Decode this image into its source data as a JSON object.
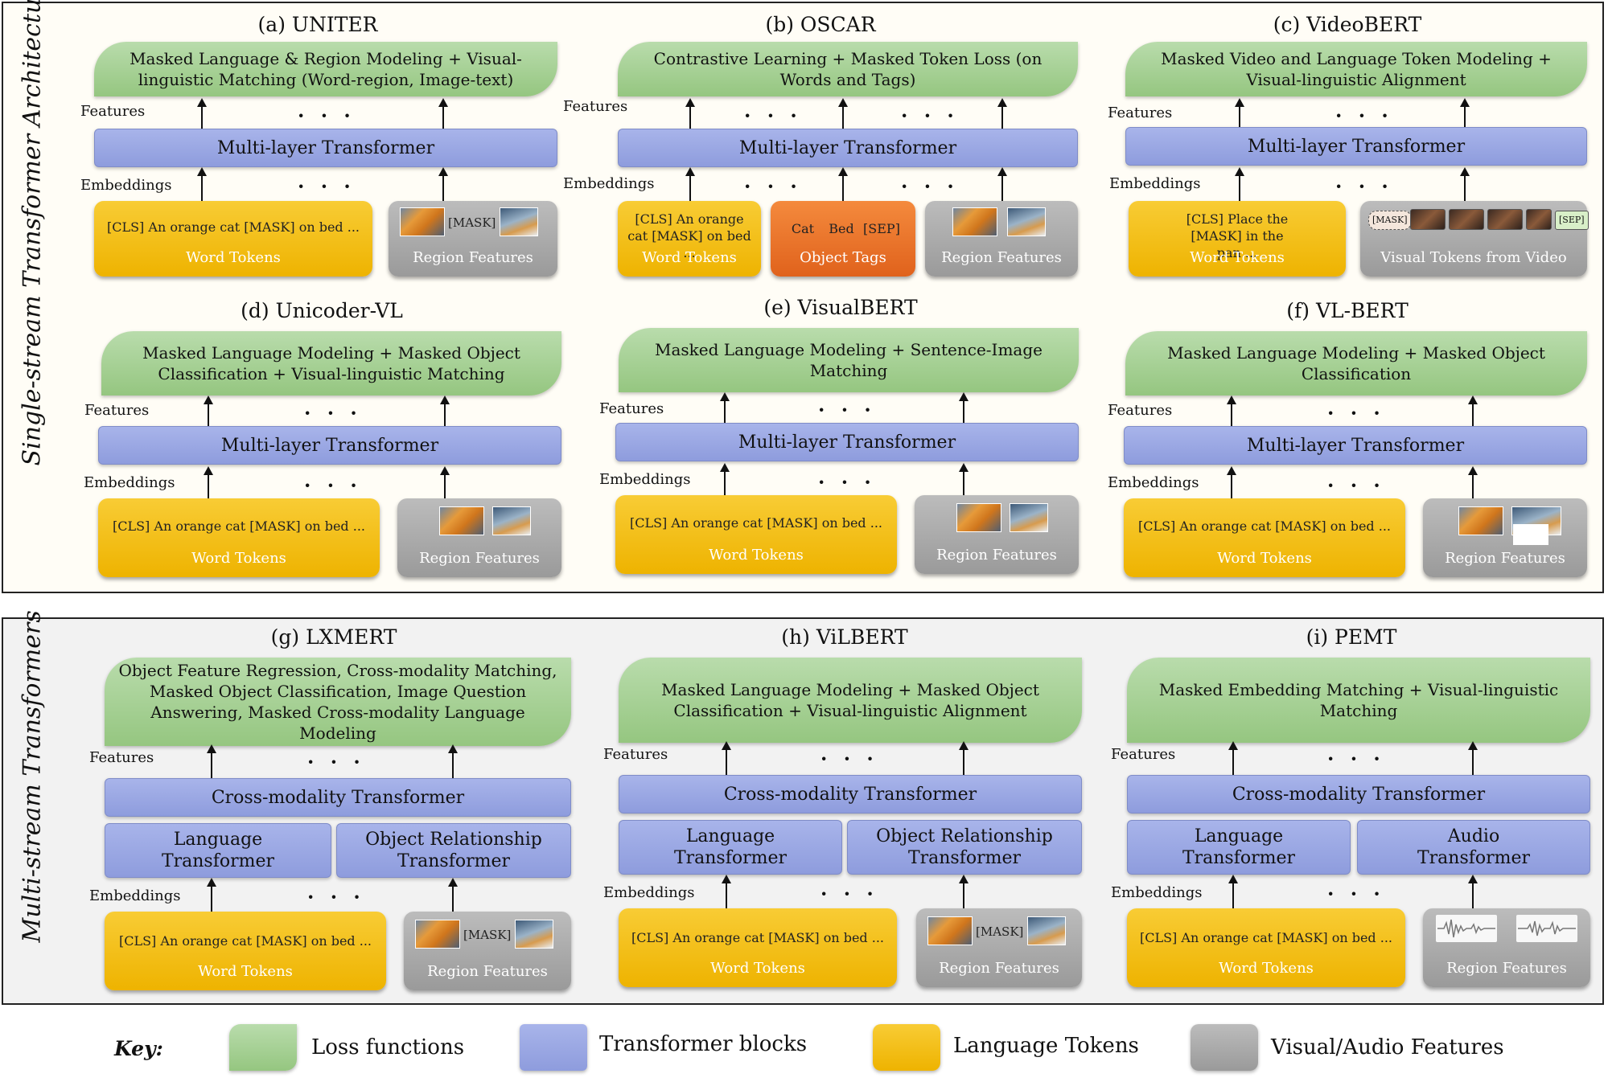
{
  "sections": {
    "single": "Single-stream Transformer Architectures",
    "multi": "Multi-stream Transformers"
  },
  "common": {
    "features": "Features",
    "embeddings": "Embeddings",
    "dots": "· · ·",
    "multilayer": "Multi-layer Transformer",
    "cross": "Cross-modality Transformer",
    "lang_t": "Language Transformer",
    "objrel_t": "Object Relationship Transformer",
    "audio_t": "Audio Transformer",
    "word_tokens": "Word Tokens",
    "region_features": "Region Features",
    "object_tags": "Object Tags",
    "visual_tokens_video": "Visual Tokens from Video",
    "cat_text": "[CLS] An orange cat [MASK] on bed ...",
    "mask": "[MASK]"
  },
  "panels": {
    "a": {
      "title": "(a) UNITER",
      "loss": "Masked Language & Region Modeling + Visual-linguistic Matching (Word-region, Image-text)"
    },
    "b": {
      "title": "(b) OSCAR",
      "loss": "Contrastive Learning + Masked Token Loss (on Words and Tags)",
      "word": "[CLS] An orange cat [MASK] on bed ...",
      "tags": [
        "Cat",
        "Bed",
        "[SEP]"
      ]
    },
    "c": {
      "title": "(c) VideoBERT",
      "loss": "Masked Video and Language Token Modeling + Visual-linguistic Alignment",
      "word": "[CLS] Place the [MASK] in the pan ...",
      "vtag_mask": "[MASK]",
      "vtag_sep": "[SEP]"
    },
    "d": {
      "title": "(d) Unicoder-VL",
      "loss": "Masked Language Modeling + Masked Object Classification + Visual-linguistic Matching"
    },
    "e": {
      "title": "(e) VisualBERT",
      "loss": "Masked Language Modeling + Sentence-Image Matching"
    },
    "f": {
      "title": "(f) VL-BERT",
      "loss": "Masked Language Modeling + Masked Object Classification"
    },
    "g": {
      "title": "(g) LXMERT",
      "loss": "Object Feature Regression, Cross-modality Matching, Masked Object Classification, Image Question Answering, Masked Cross-modality Language Modeling"
    },
    "h": {
      "title": "(h) ViLBERT",
      "loss": "Masked Language Modeling + Masked Object Classification + Visual-linguistic Alignment"
    },
    "i": {
      "title": "(i) PEMT",
      "loss": "Masked Embedding Matching + Visual-linguistic Matching"
    }
  },
  "key": {
    "title": "Key:",
    "items": [
      "Loss functions",
      "Transformer blocks",
      "Language Tokens",
      "Visual/Audio Features"
    ],
    "colors": {
      "loss": "#a8d396",
      "transformer": "#9ba9e4",
      "language": "#f3c01b",
      "visual": "#ababab",
      "object_tags": "#ea7530"
    }
  }
}
